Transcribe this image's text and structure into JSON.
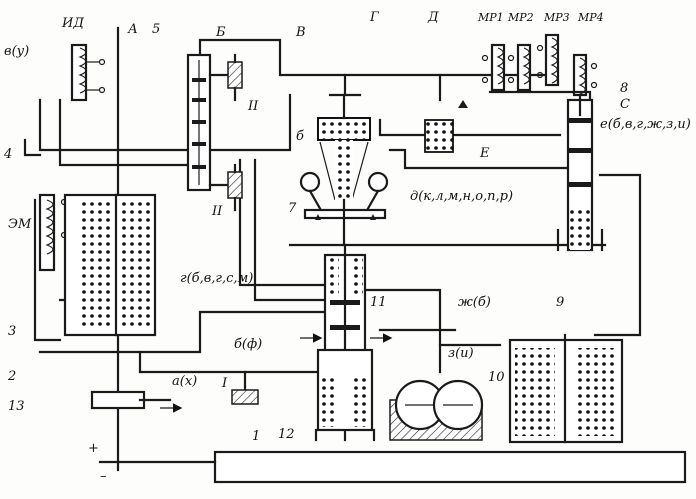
{
  "labels": {
    "id": "ИД",
    "A": "А",
    "n5": "5",
    "B_cyr": "Б",
    "V": "В",
    "G": "Г",
    "D": "Д",
    "mr1": "МР1",
    "mr2": "МР2",
    "mr3": "МР3",
    "mr4": "МР4",
    "n8": "8",
    "C": "С",
    "v_u": "в(у)",
    "n4": "4",
    "b6": "б",
    "E": "Е",
    "II_top": "II",
    "II_bot": "II",
    "n7": "7",
    "d_list": "д(к,л,м,н,о,п,р)",
    "e_list": "е(б,в,г,ж,з,и)",
    "em": "ЭМ",
    "g_list": "г(б,в,г,с,м)",
    "zh_b": "ж(б)",
    "n9": "9",
    "n11": "11",
    "n3": "3",
    "b_f": "б(ф)",
    "z_i": "з(и)",
    "n2": "2",
    "a_x": "а(х)",
    "I": "I",
    "n10": "10",
    "n13": "13",
    "n12": "12",
    "n1": "1",
    "plus": "+",
    "minus": "–"
  }
}
